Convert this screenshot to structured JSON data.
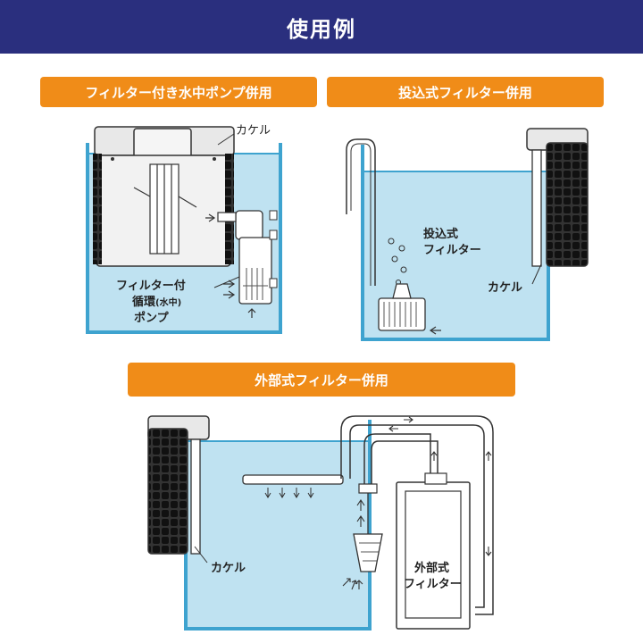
{
  "header": {
    "title": "使用例"
  },
  "sections": {
    "s1": {
      "title": "フィルター付き水中ポンプ併用",
      "label_cover": "カケル",
      "label_pump_l1": "フィルター付",
      "label_pump_l2": "循環",
      "label_pump_l2_small": "(水中)",
      "label_pump_l3": "ポンプ"
    },
    "s2": {
      "title": "投込式フィルター併用",
      "label_inner_l1": "投込式",
      "label_inner_l2": "フィルター",
      "label_cover": "カケル"
    },
    "s3": {
      "title": "外部式フィルター併用",
      "label_cover": "カケル",
      "label_ext_l1": "外部式",
      "label_ext_l2": "フィルター"
    }
  },
  "colors": {
    "header_bg": "#2a2f7e",
    "tag_bg": "#f08c18",
    "water": "#bfe2f1",
    "water_edge": "#3ea3cf"
  }
}
